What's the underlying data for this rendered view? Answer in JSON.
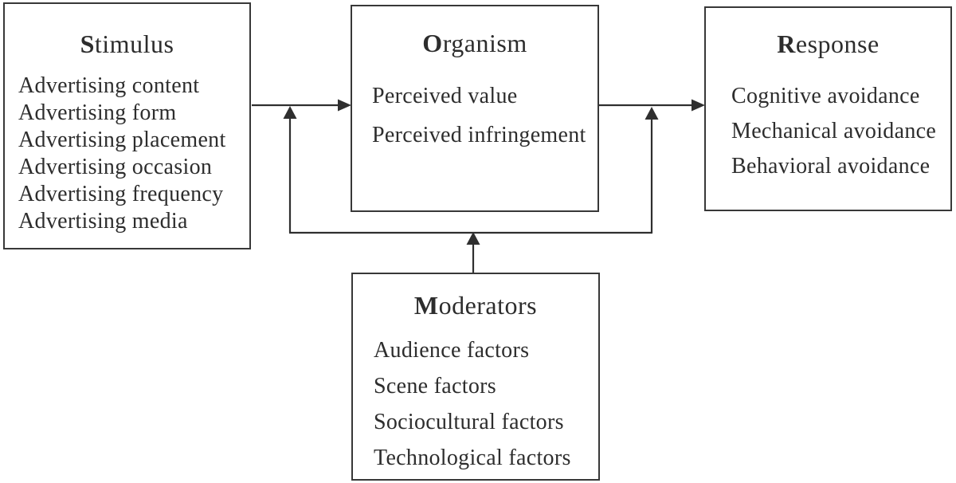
{
  "diagram": {
    "stimulus": {
      "title": "Stimulus",
      "items": [
        "Advertising content",
        "Advertising form",
        "Advertising placement",
        "Advertising occasion",
        "Advertising frequency",
        "Advertising media"
      ]
    },
    "organism": {
      "title": "Organism",
      "items": [
        "Perceived value",
        "Perceived infringement"
      ]
    },
    "response": {
      "title": "Response",
      "items": [
        "Cognitive avoidance",
        "Mechanical avoidance",
        "Behavioral avoidance"
      ]
    },
    "moderators": {
      "title": "Moderators",
      "items": [
        "Audience factors",
        "Scene factors",
        "Sociocultural factors",
        "Technological factors"
      ]
    },
    "colors": {
      "ink": "#2f2f2f",
      "background": "#ffffff"
    }
  }
}
